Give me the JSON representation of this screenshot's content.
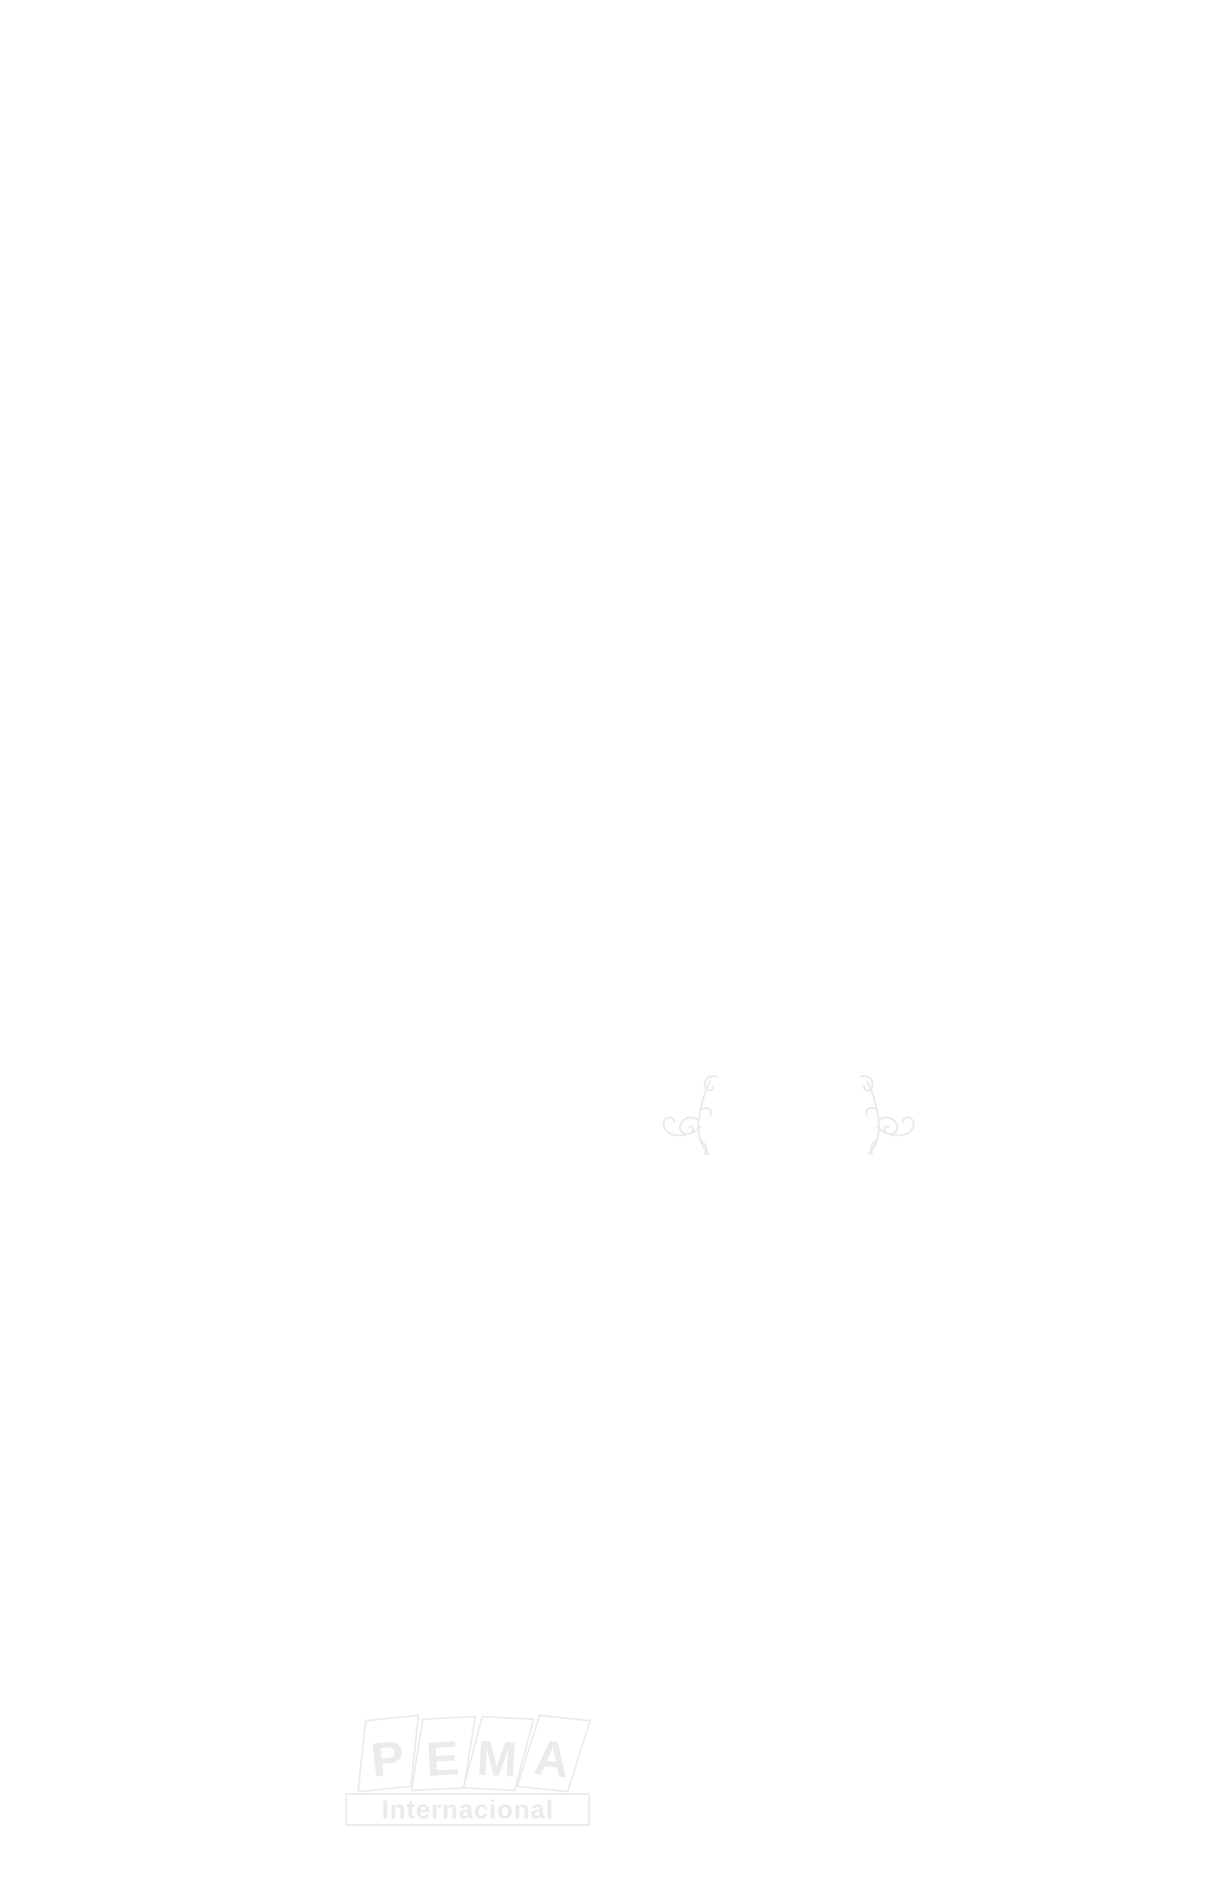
{
  "page": {
    "background": "#ffffff",
    "ornaments": {
      "left_icon": "scroll-flourish-left",
      "right_icon": "scroll-flourish-right",
      "color": "#e9e9e9"
    },
    "logo": {
      "letters": [
        "P",
        "E",
        "M",
        "A"
      ],
      "banner": "Internacional",
      "color": "#ebebeb"
    }
  }
}
